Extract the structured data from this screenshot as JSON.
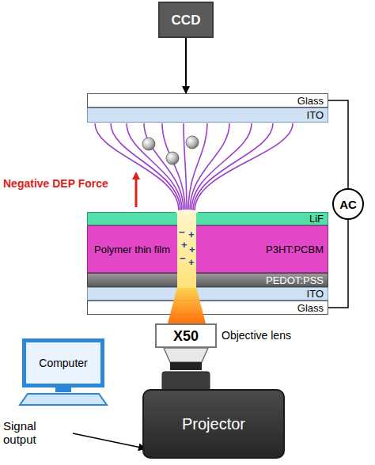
{
  "diagram": {
    "nodes": [
      {
        "text": [
          "CCD"
        ]
      },
      {
        "text": [
          "Glass"
        ]
      },
      {
        "text": [
          "ITO"
        ]
      },
      {
        "text": [
          "AC"
        ]
      },
      {
        "text": [
          "LiF"
        ]
      },
      {
        "text": [
          "Polymer thin film",
          "P3HT:PCBM"
        ]
      },
      {
        "text": [
          "PEDOT:PSS"
        ]
      },
      {
        "text": [
          "ITO"
        ]
      },
      {
        "text": [
          "Glass"
        ]
      },
      {
        "text": [
          "X50",
          "Objective lens"
        ]
      },
      {
        "text": [
          "Computer"
        ]
      },
      {
        "text": [
          "Projector"
        ]
      }
    ],
    "edges": [
      {
        "from": 0,
        "to": 1,
        "arrow": "to"
      },
      {
        "from": 1,
        "to": 3,
        "arrow": "none"
      },
      {
        "from": 3,
        "to": 8,
        "arrow": "none"
      }
    ],
    "labels": [
      "Negative DEP Force",
      "−",
      "+",
      "+",
      "+",
      "−",
      "+",
      "Signal output"
    ]
  }
}
